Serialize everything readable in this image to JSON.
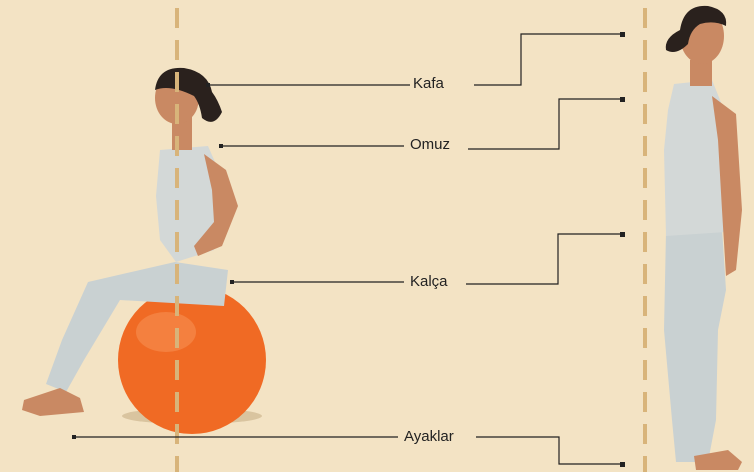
{
  "labels": {
    "head": "Kafa",
    "shoulder": "Omuz",
    "hip": "Kalça",
    "feet": "Ayaklar"
  },
  "colors": {
    "background": "#f3e3c4",
    "guide_dash": "#d8b47a",
    "leader_line": "#222222",
    "ball": "#f06a24",
    "skin": "#c98963",
    "hair": "#2a211d",
    "clothing": "#c9d1d2"
  }
}
